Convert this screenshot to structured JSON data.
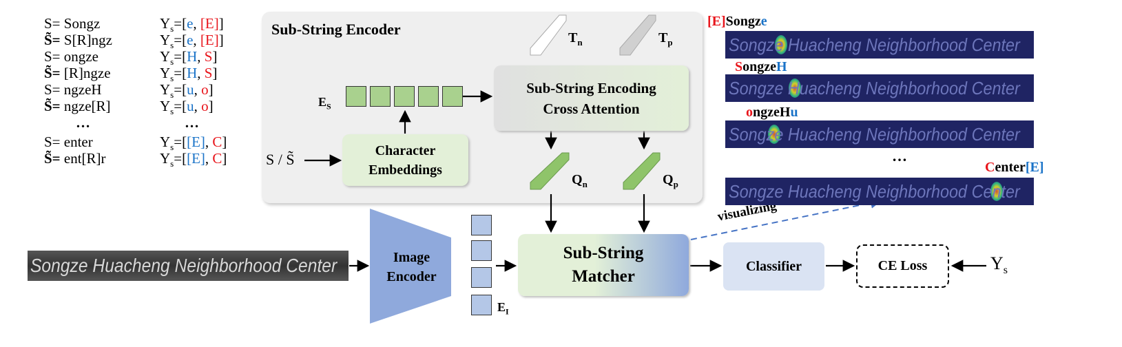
{
  "examples": [
    {
      "s_label": "S=",
      "s": "Songz",
      "y": [
        "e",
        "[E]"
      ]
    },
    {
      "s_label": "S̃=",
      "s": "S[R]ngz",
      "y": [
        "e",
        "[E]"
      ]
    },
    {
      "s_label": "S=",
      "s": "ongze",
      "y": [
        "H",
        "S"
      ]
    },
    {
      "s_label": "S̃=",
      "s": "[R]ngze",
      "y": [
        "H",
        "S"
      ]
    },
    {
      "s_label": "S=",
      "s": "ngzeH",
      "y": [
        "u",
        "o"
      ]
    },
    {
      "s_label": "S̃=",
      "s": "ngze[R]",
      "y": [
        "u",
        "o"
      ]
    },
    {
      "s_label": "S=",
      "s": "enter",
      "y": [
        "[E]",
        "C"
      ]
    },
    {
      "s_label": "S̃=",
      "s": "ent[R]r",
      "y": [
        "[E]",
        "C"
      ]
    }
  ],
  "y_label": "Y",
  "y_sub": "s",
  "ellipsis": "…",
  "encoder": {
    "title": "Sub-String Encoder",
    "cross_attention": [
      "Sub-String Encoding",
      "Cross Attention"
    ],
    "char_embeddings": [
      "Character",
      "Embeddings"
    ],
    "input": "S / S̃",
    "es": "E",
    "es_sub": "S",
    "tn": "T",
    "tn_sub": "n",
    "tp": "T",
    "tp_sub": "p",
    "qn": "Q",
    "qn_sub": "n",
    "qp": "Q",
    "qp_sub": "p"
  },
  "input_image_text": "Songze Huacheng Neighborhood Center",
  "image_encoder": [
    "Image",
    "Encoder"
  ],
  "ei": "E",
  "ei_sub": "I",
  "matcher": [
    "Sub-String",
    "Matcher"
  ],
  "classifier": "Classifier",
  "ce_loss": "CE Loss",
  "target": "Y",
  "target_sub": "s",
  "visualizing": "visualizing",
  "visualizations": [
    {
      "pre": "[E]",
      "mid": "Songz",
      "post": "e"
    },
    {
      "pre": "S",
      "mid": "ongze",
      "post": "H"
    },
    {
      "pre": "o",
      "mid": "ngzeH",
      "post": "u"
    },
    {
      "pre": "C",
      "mid": "enter",
      "post": "[E]"
    }
  ],
  "colors": {
    "blue": "#1a73c8",
    "red": "#e8151b",
    "green": "#a9d18e",
    "lightblue": "#b4c7e7"
  }
}
